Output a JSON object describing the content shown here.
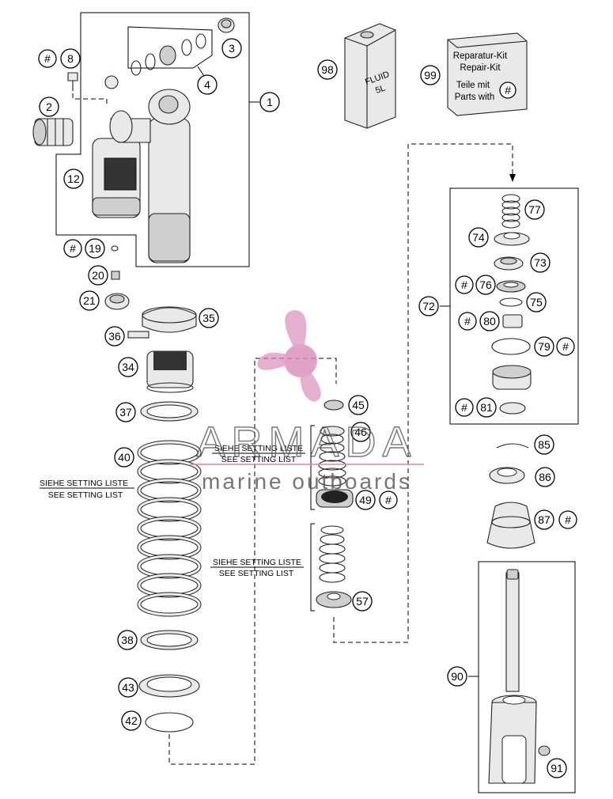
{
  "callouts": [
    {
      "id": "n1",
      "label": "1"
    },
    {
      "id": "n2",
      "label": "2"
    },
    {
      "id": "n3",
      "label": "3"
    },
    {
      "id": "n4",
      "label": "4"
    },
    {
      "id": "n8",
      "label": "8"
    },
    {
      "id": "n12",
      "label": "12"
    },
    {
      "id": "n19",
      "label": "19"
    },
    {
      "id": "n20",
      "label": "20"
    },
    {
      "id": "n21",
      "label": "21"
    },
    {
      "id": "n34",
      "label": "34"
    },
    {
      "id": "n35",
      "label": "35"
    },
    {
      "id": "n36",
      "label": "36"
    },
    {
      "id": "n37",
      "label": "37"
    },
    {
      "id": "n38",
      "label": "38"
    },
    {
      "id": "n40",
      "label": "40"
    },
    {
      "id": "n42",
      "label": "42"
    },
    {
      "id": "n43",
      "label": "43"
    },
    {
      "id": "n45",
      "label": "45"
    },
    {
      "id": "n46",
      "label": "46"
    },
    {
      "id": "n49",
      "label": "49"
    },
    {
      "id": "n57",
      "label": "57"
    },
    {
      "id": "n72",
      "label": "72"
    },
    {
      "id": "n73",
      "label": "73"
    },
    {
      "id": "n74",
      "label": "74"
    },
    {
      "id": "n75",
      "label": "75"
    },
    {
      "id": "n76",
      "label": "76"
    },
    {
      "id": "n77",
      "label": "77"
    },
    {
      "id": "n79",
      "label": "79"
    },
    {
      "id": "n80",
      "label": "80"
    },
    {
      "id": "n81",
      "label": "81"
    },
    {
      "id": "n85",
      "label": "85"
    },
    {
      "id": "n86",
      "label": "86"
    },
    {
      "id": "n87",
      "label": "87"
    },
    {
      "id": "n90",
      "label": "90"
    },
    {
      "id": "n91",
      "label": "91"
    },
    {
      "id": "n98",
      "label": "98"
    },
    {
      "id": "n99",
      "label": "99"
    }
  ],
  "hash_symbol": "#",
  "setting_list": {
    "de": "SIEHE SETTING LISTE",
    "en": "SEE SETTING LIST"
  },
  "fluid_can": {
    "line1": "FLUID",
    "line2": "5L"
  },
  "repair_kit": {
    "line1": "Reparatur-Kit",
    "line2": "Repair-Kit",
    "line3": "Teile mit",
    "line4": "Parts with"
  },
  "watermark": {
    "brand": "ARMADA",
    "tagline": "marine outboards",
    "brand_color": "#d98cb9",
    "text_color": "#555555"
  }
}
